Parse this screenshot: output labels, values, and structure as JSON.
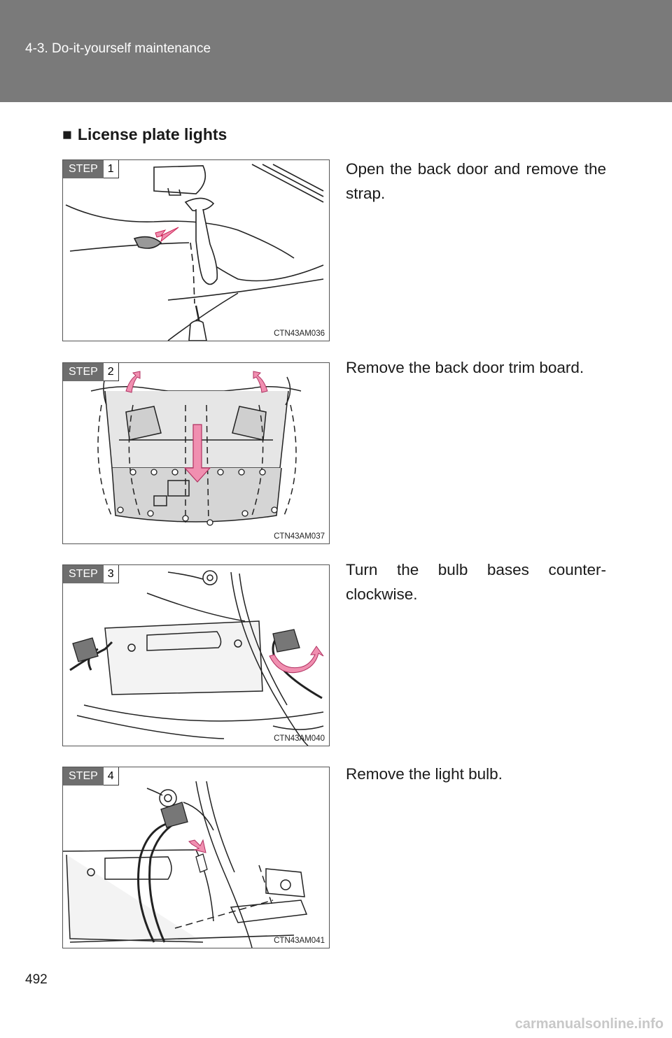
{
  "header": {
    "section": "4-3. Do-it-yourself maintenance"
  },
  "section": {
    "bullet": "■",
    "title": "License plate lights"
  },
  "steps": [
    {
      "label": "STEP",
      "number": "1",
      "code": "CTN43AM036",
      "text": "Open the back door and remove the strap."
    },
    {
      "label": "STEP",
      "number": "2",
      "code": "CTN43AM037",
      "text": "Remove the back door trim board."
    },
    {
      "label": "STEP",
      "number": "3",
      "code": "CTN43AM040",
      "text": "Turn the bulb bases counter-clockwise."
    },
    {
      "label": "STEP",
      "number": "4",
      "code": "CTN43AM041",
      "text": "Remove the light bulb."
    }
  ],
  "page_number": "492",
  "watermark": "carmanualsonline.info",
  "colors": {
    "header": "#7a7a7a",
    "arrow": "#f08fb0",
    "step_badge": "#6e6e6e"
  }
}
